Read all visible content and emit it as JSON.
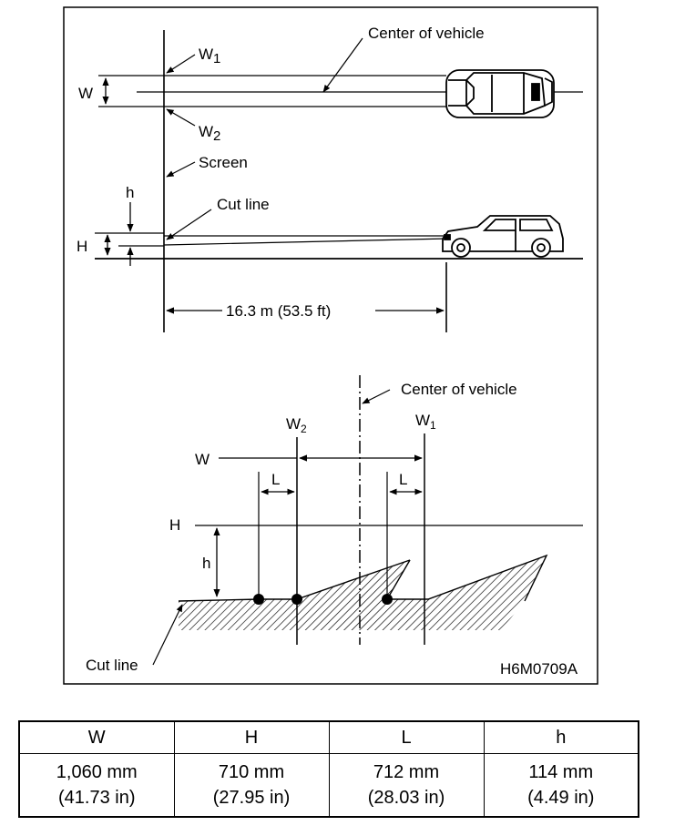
{
  "top_view": {
    "w1_label": "W",
    "w1_sub": "1",
    "w2_label": "W",
    "w2_sub": "2",
    "w_label": "W",
    "center_label": "Center of vehicle"
  },
  "side_view": {
    "screen_label": "Screen",
    "h_label": "h",
    "H_label": "H",
    "cut_line_label": "Cut line",
    "distance_label": "16.3 m (53.5 ft)"
  },
  "screen_view": {
    "center_label": "Center of vehicle",
    "w2_label": "W",
    "w2_sub": "2",
    "w1_label": "W",
    "w1_sub": "1",
    "w_label": "W",
    "l_left": "L",
    "l_right": "L",
    "H_label": "H",
    "h_label": "h",
    "cut_line_label": "Cut line"
  },
  "figure_code": "H6M0709A",
  "table": {
    "headers": [
      "W",
      "H",
      "L",
      "h"
    ],
    "rows": [
      [
        "1,060 mm",
        "710 mm",
        "712 mm",
        "114 mm"
      ],
      [
        "(41.73 in)",
        "(27.95 in)",
        "(28.03 in)",
        "(4.49 in)"
      ]
    ]
  }
}
